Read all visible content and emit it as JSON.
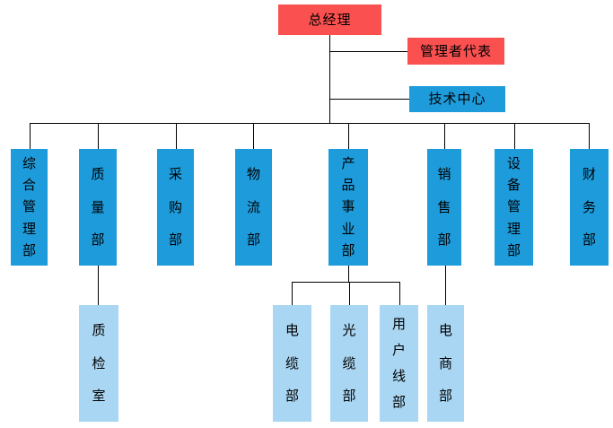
{
  "chart": {
    "type": "org-chart",
    "colors": {
      "executive": "#FA5050",
      "department": "#1E9BDB",
      "sub_department": "#A9D6F2",
      "connector": "#000000",
      "background": "#FFFFFF"
    },
    "root": {
      "label": "总经理"
    },
    "staff": [
      {
        "label": "管理者代表"
      },
      {
        "label": "技术中心"
      }
    ],
    "departments": [
      {
        "label": "综合管理部",
        "children": []
      },
      {
        "label": "质量部",
        "children": [
          {
            "label": "质检室"
          }
        ]
      },
      {
        "label": "采购部",
        "children": []
      },
      {
        "label": "物流部",
        "children": []
      },
      {
        "label": "产品事业部",
        "children": [
          {
            "label": "电缆部"
          },
          {
            "label": "光缆部"
          },
          {
            "label": "用户线部"
          }
        ]
      },
      {
        "label": "销售部",
        "children": [
          {
            "label": "电商部"
          }
        ]
      },
      {
        "label": "设备管理部",
        "children": []
      },
      {
        "label": "财务部",
        "children": []
      }
    ]
  }
}
